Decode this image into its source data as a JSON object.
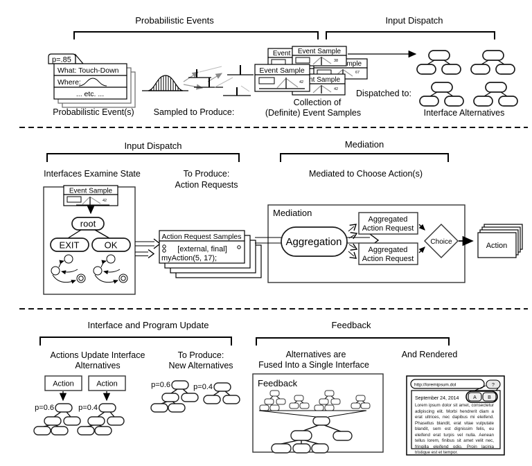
{
  "palette": {
    "ink": "#000000",
    "muted": "#999999",
    "button_fill": "#e8e8e8"
  },
  "top1": {
    "title": "Probabilistic Events",
    "card": {
      "tab": "p=.85",
      "what": "What: Touch-Down",
      "where": "Where:",
      "etc": "...  etc.  ..."
    },
    "caption": "Probabilistic Event(s)",
    "sampled": "Sampled to Produce:"
  },
  "top2": {
    "title": "Input Dispatch",
    "sample_title": "Event Sample",
    "values": [
      "38",
      "67",
      "42",
      "42"
    ],
    "collection1": "Collection of",
    "collection2": "(Definite) Event Samples",
    "dispatched": "Dispatched to:",
    "caption": "Interface Alternatives"
  },
  "mid1": {
    "title": "Input Dispatch",
    "examine": "Interfaces Examine State",
    "produce1": "To Produce:",
    "produce2": "Action Requests",
    "sample_title": "Event Sample",
    "sample_value": "42",
    "root": "root",
    "exit": "EXIT",
    "ok": "OK",
    "ars_title": "Action Request Samples",
    "ars_meta": "[external, final]",
    "ars_call": "myAction(5, 17);"
  },
  "med": {
    "title": "Mediation",
    "caption": "Mediated to Choose Action(s)",
    "box_label": "Mediation",
    "aggregation": "Aggregation",
    "agg1a": "Aggregated",
    "agg1b": "Action Request",
    "agg2a": "Aggregated",
    "agg2b": "Action Request",
    "choice": "Choice",
    "action": "Action"
  },
  "upd": {
    "title": "Interface and Program Update",
    "cap1": "Actions Update Interface",
    "cap2": "Alternatives",
    "prod1": "To Produce:",
    "prod2": "New Alternatives",
    "action1": "Action",
    "action2": "Action",
    "p1": "p=0.6",
    "p2": "p=0.4",
    "p3": "p=0.6",
    "p4": "p=0.4"
  },
  "fb": {
    "title": "Feedback",
    "cap1": "Alternatives are",
    "cap2": "Fused Into a Single Interface",
    "rendered": "And Rendered",
    "box_label": "Feedback",
    "browser": {
      "url": "http://loremipsum.dol",
      "help": "?",
      "date": "September 24, 2014",
      "a": "A",
      "b": "B",
      "body": "Lorem ipsum dolor sit amet, consectetur adipiscing elit. Morbi hendrerit diam a erat ultrices, nec dapibus mi eleifend. Phasellus blandit, erat vitae vulputate blandit, sem est dignissim felis, eu eleifend erat turpis vel nulla. Aenean tellus lorem, finibus sit amet velit nec, fringilla eleifend odio. Proin lacinia tristique est et tempor."
    }
  }
}
